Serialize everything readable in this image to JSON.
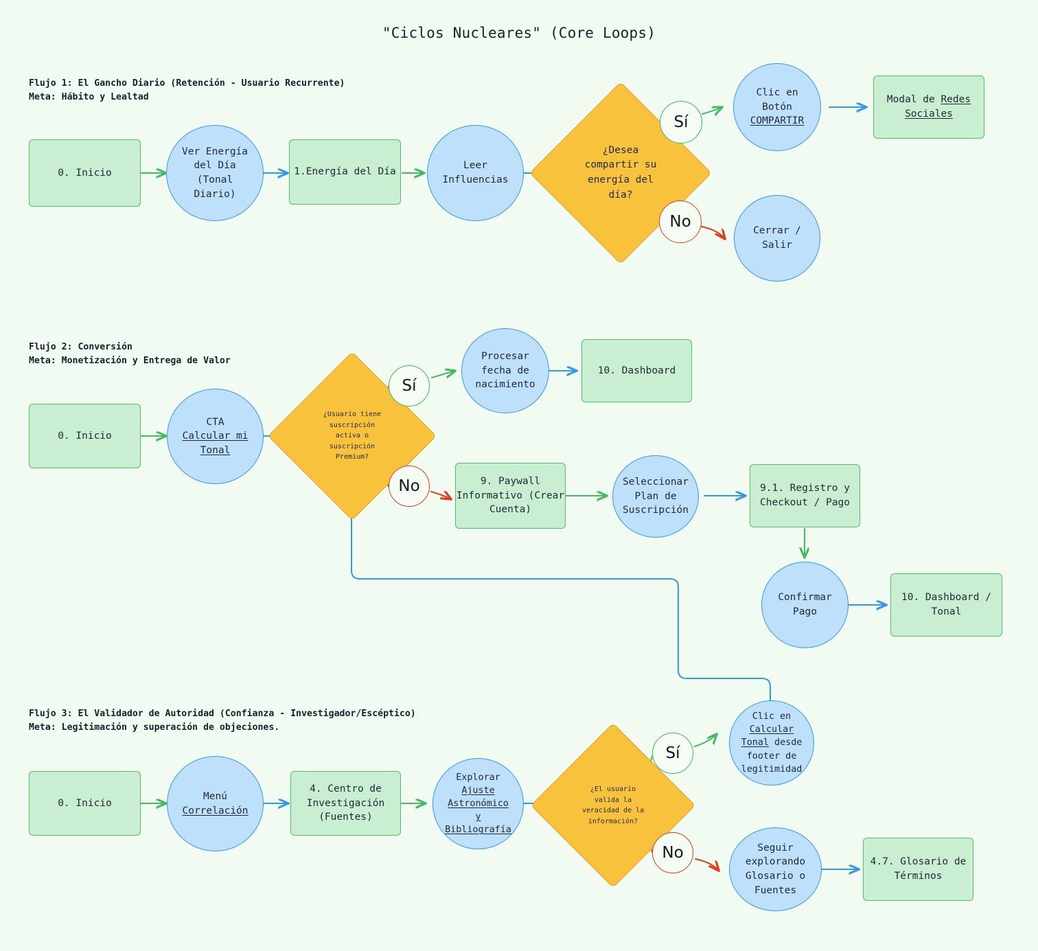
{
  "page": {
    "title": "\"Ciclos Nucleares\" (Core Loops)",
    "background": "#f1fbf1"
  },
  "palette": {
    "rect_fill": "#c9eed1",
    "rect_stroke": "#4fc165",
    "circle_fill": "#bfe0fb",
    "circle_stroke": "#3498e8",
    "diamond_fill": "#f9c23c",
    "diamond_stroke": "#e0a21f",
    "edge_green": "#45b862",
    "edge_blue": "#3498e8",
    "edge_red": "#e03c21",
    "text": "#1f2933"
  },
  "flows": [
    {
      "id": "flujo-1",
      "heading": "Flujo 1: El Gancho Diario (Retención - Usuario Recurrente)\nMeta: Hábito y Lealtad"
    },
    {
      "id": "flujo-2",
      "heading": "Flujo 2: Conversión\nMeta: Monetización y Entrega de Valor"
    },
    {
      "id": "flujo-3",
      "heading": "Flujo 3: El Validador de Autoridad (Confianza - Investigador/Escéptico)\nMeta: Legitimación y superación de objeciones."
    }
  ],
  "nodes": {
    "f1_inicio": "0. Inicio",
    "f1_ver_energia": "Ver Energía\ndel Día\n(Tonal\nDiario)",
    "f1_energia_dia": "1.Energía del Día",
    "f1_leer_influencias": "Leer\nInfluencias",
    "f1_decision": "¿Desea\ncompartir su\nenergía del\ndía?",
    "f1_yes_label": "Sí",
    "f1_no_label": "No",
    "f1_clic_compartir_pre": "Clic en\nBotón\n",
    "f1_clic_compartir_link": "COMPARTIR",
    "f1_modal_pre": "Modal de ",
    "f1_modal_link": "Redes\nSociales",
    "f1_cerrar_salir": "Cerrar /\nSalir",
    "f2_inicio": "0. Inicio",
    "f2_cta_pre": "CTA\n",
    "f2_cta_link": "Calcular mi\nTonal",
    "f2_decision": "¿Usuario tiene\nsuscripción\nactiva o\nsuscripción\nPremium?",
    "f2_yes_label": "Sí",
    "f2_no_label": "No",
    "f2_procesar_fecha": "Procesar\nfecha de\nnacimiento",
    "f2_dashboard": "10. Dashboard",
    "f2_paywall": "9. Paywall\nInformativo (Crear\nCuenta)",
    "f2_seleccionar_plan": "Seleccionar\nPlan de\nSuscripción",
    "f2_registro_checkout": "9.1. Registro y\nCheckout / Pago",
    "f2_confirmar_pago": "Confirmar\nPago",
    "f2_dashboard_tonal": "10. Dashboard / Tonal",
    "f3_inicio": "0. Inicio",
    "f3_menu_pre": "Menú\n",
    "f3_menu_link": "Correlación",
    "f3_centro_investigacion": "4. Centro de\nInvestigación\n(Fuentes)",
    "f3_explorar_pre": "Explorar\n",
    "f3_explorar_link": "Ajuste\nAstronómico\ny\nBibliografía",
    "f3_decision": "¿El usuario\nvalida la\nveracidad de la\ninformación?",
    "f3_yes_label": "Sí",
    "f3_no_label": "No",
    "f3_clic_calcular_pre": "Clic en\n",
    "f3_clic_calcular_link": "Calcular\nTonal",
    "f3_clic_calcular_post": " desde\nfooter de\nlegitimidad",
    "f3_seguir_explorando": "Seguir\nexplorando\nGlosario o\nFuentes",
    "f3_glosario": "4.7. Glosario de\nTérminos"
  }
}
